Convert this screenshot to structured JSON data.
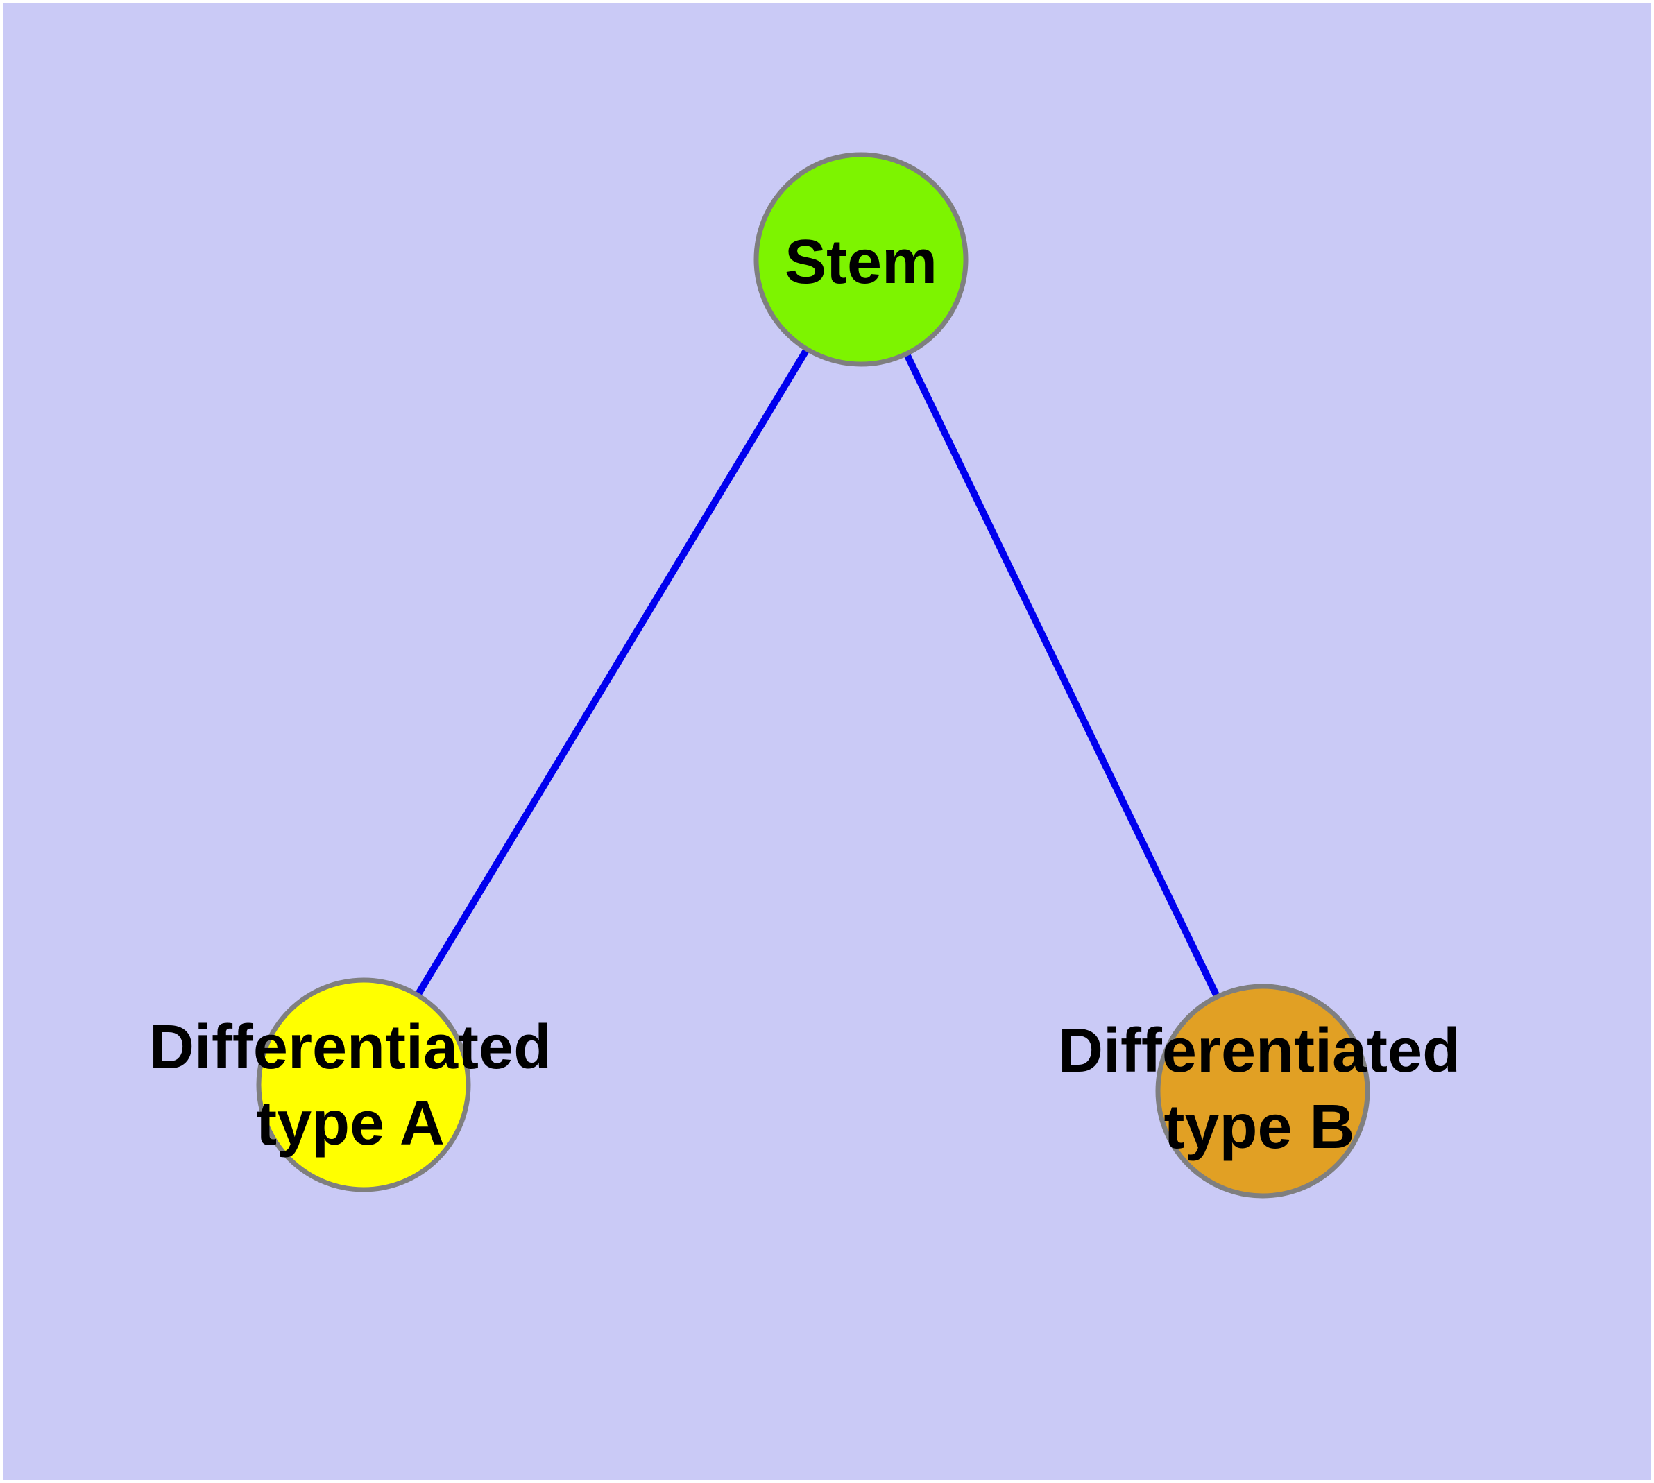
{
  "diagram": {
    "kind": "node-link-graph",
    "description": "Cell differentiation hierarchy: a stem node linked to two differentiated cell type nodes"
  },
  "colors": {
    "background": "#cacaf6",
    "frame": "#ffffff",
    "edge": "#0000ee",
    "node_border": "#7f7f7f",
    "label_text": "#000000"
  },
  "nodes": [
    {
      "id": "stem",
      "label": "Stem",
      "color": "#7df400"
    },
    {
      "id": "type-a",
      "label_line1": "Differentiated",
      "label_line2": "type A",
      "color": "#ffff00"
    },
    {
      "id": "type-b",
      "label_line1": "Differentiated",
      "label_line2": "type B",
      "color": "#e1a024"
    }
  ],
  "edges": [
    {
      "from": "Stem",
      "to": "Differentiated type A"
    },
    {
      "from": "Stem",
      "to": "Differentiated type B"
    }
  ]
}
